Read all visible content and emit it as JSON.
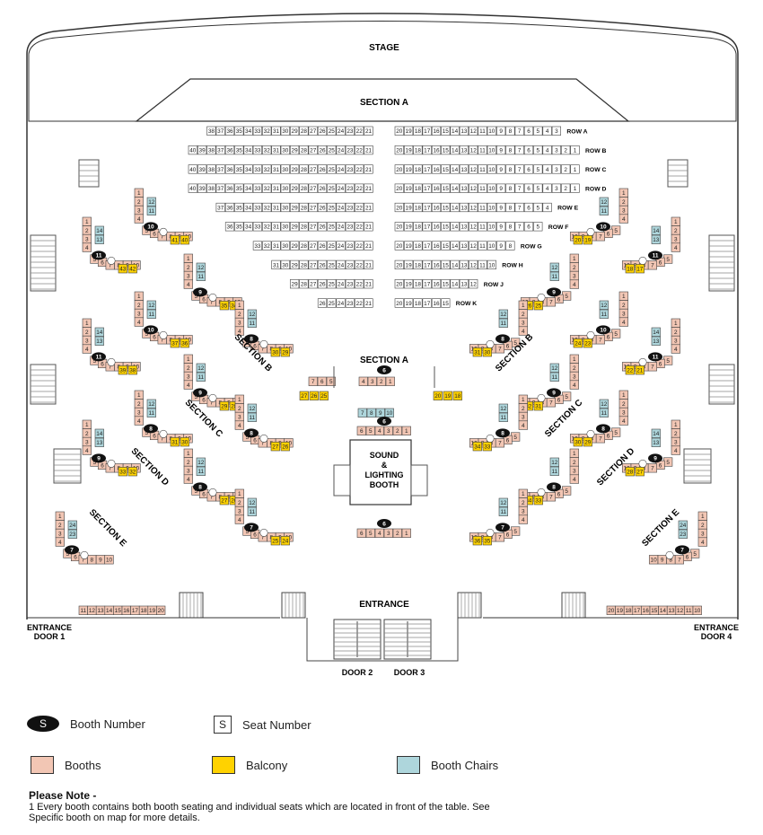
{
  "labels": {
    "stage": "STAGE",
    "section_a_top": "SECTION A",
    "section_a_mid": "SECTION A",
    "section_b": "SECTION B",
    "section_c_left": "SECTION C",
    "section_c_right": "SECTION C",
    "section_d_left": "SECTION D",
    "section_d_right": "SECTION D",
    "section_e_left": "SECTION E",
    "section_e_right": "SECTION E",
    "sound_booth": [
      "SOUND",
      "&",
      "LIGHTING",
      "BOOTH"
    ],
    "entrance": "ENTRANCE",
    "entrance_door1": [
      "ENTRANCE",
      "DOOR 1"
    ],
    "entrance_door4": [
      "ENTRANCE",
      "DOOR 4"
    ],
    "door2": "DOOR 2",
    "door3": "DOOR 3"
  },
  "colors": {
    "booth": "#f2c6b4",
    "balcony": "#ffd200",
    "booth_chairs": "#aed6dc",
    "booth_number_bg": "#111111",
    "outline": "#333333"
  },
  "rows": [
    {
      "name": "ROW A",
      "left": [
        "38",
        "37",
        "36",
        "35",
        "34",
        "33",
        "32",
        "31",
        "30",
        "29",
        "28",
        "27",
        "26",
        "25",
        "24",
        "23",
        "22",
        "21"
      ],
      "right": [
        "20",
        "19",
        "18",
        "17",
        "16",
        "15",
        "14",
        "13",
        "12",
        "11",
        "10",
        "9",
        "8",
        "7",
        "6",
        "5",
        "4",
        "3"
      ]
    },
    {
      "name": "ROW B",
      "left": [
        "40",
        "39",
        "38",
        "37",
        "36",
        "35",
        "34",
        "33",
        "32",
        "31",
        "30",
        "29",
        "28",
        "27",
        "26",
        "25",
        "24",
        "23",
        "22",
        "21"
      ],
      "right": [
        "20",
        "19",
        "18",
        "17",
        "16",
        "15",
        "14",
        "13",
        "12",
        "11",
        "10",
        "9",
        "8",
        "7",
        "6",
        "5",
        "4",
        "3",
        "2",
        "1"
      ]
    },
    {
      "name": "ROW C",
      "left": [
        "40",
        "39",
        "38",
        "37",
        "36",
        "35",
        "34",
        "33",
        "32",
        "31",
        "30",
        "29",
        "28",
        "27",
        "26",
        "25",
        "24",
        "23",
        "22",
        "21"
      ],
      "right": [
        "20",
        "19",
        "18",
        "17",
        "16",
        "15",
        "14",
        "13",
        "12",
        "11",
        "10",
        "9",
        "8",
        "7",
        "6",
        "5",
        "4",
        "3",
        "2",
        "1"
      ]
    },
    {
      "name": "ROW D",
      "left": [
        "40",
        "39",
        "38",
        "37",
        "36",
        "35",
        "34",
        "33",
        "32",
        "31",
        "30",
        "29",
        "28",
        "27",
        "26",
        "25",
        "24",
        "23",
        "22",
        "21"
      ],
      "right": [
        "20",
        "19",
        "18",
        "17",
        "16",
        "15",
        "14",
        "13",
        "12",
        "11",
        "10",
        "9",
        "8",
        "7",
        "6",
        "5",
        "4",
        "3",
        "2",
        "1"
      ]
    },
    {
      "name": "ROW E",
      "left": [
        "37",
        "36",
        "35",
        "34",
        "33",
        "32",
        "31",
        "30",
        "29",
        "28",
        "27",
        "26",
        "25",
        "24",
        "23",
        "22",
        "21"
      ],
      "right": [
        "20",
        "19",
        "18",
        "17",
        "16",
        "15",
        "14",
        "13",
        "12",
        "11",
        "10",
        "9",
        "8",
        "7",
        "6",
        "5",
        "4"
      ]
    },
    {
      "name": "ROW F",
      "left": [
        "36",
        "35",
        "34",
        "33",
        "32",
        "31",
        "30",
        "29",
        "28",
        "27",
        "26",
        "25",
        "24",
        "23",
        "22",
        "21"
      ],
      "right": [
        "20",
        "19",
        "18",
        "17",
        "16",
        "15",
        "14",
        "13",
        "12",
        "11",
        "10",
        "9",
        "8",
        "7",
        "6",
        "5"
      ]
    },
    {
      "name": "ROW G",
      "left": [
        "33",
        "32",
        "31",
        "30",
        "29",
        "28",
        "27",
        "26",
        "25",
        "24",
        "23",
        "22",
        "21"
      ],
      "right": [
        "20",
        "19",
        "18",
        "17",
        "16",
        "15",
        "14",
        "13",
        "12",
        "11",
        "10",
        "9",
        "8"
      ]
    },
    {
      "name": "ROW H",
      "left": [
        "31",
        "30",
        "29",
        "28",
        "27",
        "26",
        "25",
        "24",
        "23",
        "22",
        "21"
      ],
      "right": [
        "20",
        "19",
        "18",
        "17",
        "16",
        "15",
        "14",
        "13",
        "12",
        "11",
        "10"
      ]
    },
    {
      "name": "ROW J",
      "left": [
        "29",
        "28",
        "27",
        "26",
        "25",
        "24",
        "23",
        "22",
        "21"
      ],
      "right": [
        "20",
        "19",
        "18",
        "17",
        "16",
        "15",
        "14",
        "13",
        "12"
      ]
    },
    {
      "name": "ROW K",
      "left": [
        "26",
        "25",
        "24",
        "23",
        "22",
        "21"
      ],
      "right": [
        "20",
        "19",
        "18",
        "17",
        "16",
        "15"
      ]
    }
  ],
  "center_rows": {
    "section_a_booth": {
      "booth": "6",
      "left": [
        "4",
        "3",
        "2",
        "1"
      ],
      "right": [
        "7",
        "6",
        "5"
      ],
      "left_balcony": [
        "27",
        "26",
        "25"
      ],
      "right_balcony": [
        "20",
        "19",
        "18"
      ]
    },
    "sound_top": {
      "chairs": [
        "7",
        "8",
        "9",
        "10"
      ],
      "booth": "6",
      "seats": [
        "6",
        "5",
        "4",
        "3",
        "2",
        "1"
      ]
    },
    "sound_bottom": {
      "booth": "6",
      "seats": [
        "6",
        "5",
        "4",
        "3",
        "2",
        "1"
      ]
    }
  },
  "bottom_rows": {
    "left": [
      "11",
      "12",
      "13",
      "14",
      "15",
      "16",
      "17",
      "18",
      "19",
      "20"
    ],
    "right": [
      "20",
      "19",
      "18",
      "17",
      "16",
      "15",
      "14",
      "13",
      "12",
      "11",
      "10"
    ]
  },
  "legend": [
    {
      "kind": "booth-number",
      "symbol": "S",
      "label": "Booth Number"
    },
    {
      "kind": "seat-number",
      "symbol": "S",
      "label": "Seat Number"
    },
    {
      "kind": "booths",
      "label": "Booths"
    },
    {
      "kind": "balcony",
      "label": "Balcony"
    },
    {
      "kind": "booth-chairs",
      "label": "Booth Chairs"
    }
  ],
  "note": {
    "title": "Please Note -",
    "text": "1 Every booth contains both booth seating and individual seats which are located in front of the table. See Specific booth on map for more details."
  }
}
